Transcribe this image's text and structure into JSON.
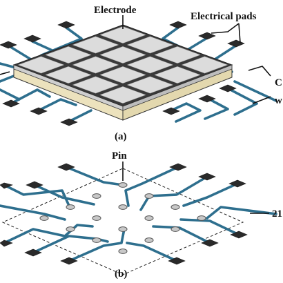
{
  "figure": {
    "panel_a": {
      "caption": "(a)",
      "labels": {
        "electrode": "Electrode",
        "electrical_pads": "Electrical pads",
        "right_cut_top": "C",
        "right_cut_bottom": "w"
      }
    },
    "panel_b": {
      "caption": "(b)",
      "labels": {
        "pin": "Pin",
        "right_cut": "21"
      }
    }
  },
  "colors": {
    "wire": "#2e6f8e",
    "pad": "#2a2a2a",
    "electrode_top": "#dcdcdc",
    "electrode_gap": "#3a3a3a",
    "substrate_side": "#ede3bf",
    "pin_fill": "#c8c8c8"
  }
}
